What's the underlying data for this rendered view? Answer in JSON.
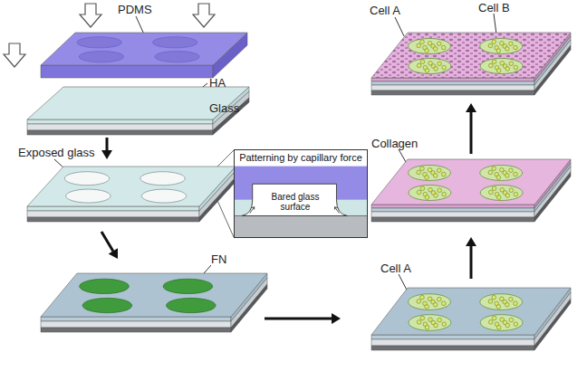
{
  "diagram": {
    "nodes": [
      {
        "text": [
          "Patterning by capillary force"
        ]
      },
      {
        "text": [
          "Bared glass surface"
        ],
        "in": 0
      }
    ],
    "labels": [
      "PDMS",
      "HA",
      "Glass",
      "Exposed glass",
      "PDMS",
      "HA",
      "Glass",
      "FN",
      "Cell A",
      "Collagen",
      "Cell A",
      "Cell B"
    ]
  }
}
